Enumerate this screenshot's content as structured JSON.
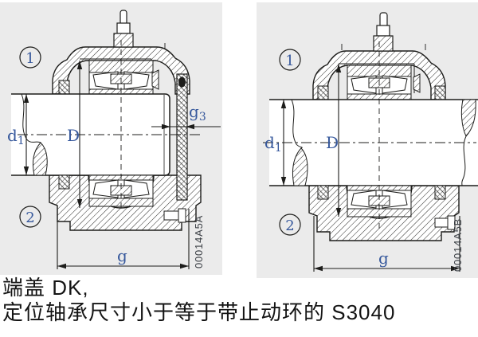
{
  "colors": {
    "panel_bg": "#ebebeb",
    "line": "#1d1d1b",
    "label_blue": "#36589c",
    "code": "#3c4046",
    "caption": "#141414"
  },
  "figures": {
    "left": {
      "marker_top": "1",
      "marker_bottom": "2",
      "dim_d1_base": "d",
      "dim_d1_sub": "1",
      "dim_D": "D",
      "dim_g3_base": "g",
      "dim_g3_sub": "3",
      "dim_g": "g",
      "code": "00014A5A"
    },
    "right": {
      "marker_top": "1",
      "marker_bottom": "2",
      "dim_d1_base": "d",
      "dim_d1_sub": "1",
      "dim_D": "D",
      "dim_g": "g",
      "code": "00014A5B"
    }
  },
  "caption": {
    "line1": "端盖 DK,",
    "line2": "定位轴承尺寸小于等于带止动环的 S3040"
  }
}
